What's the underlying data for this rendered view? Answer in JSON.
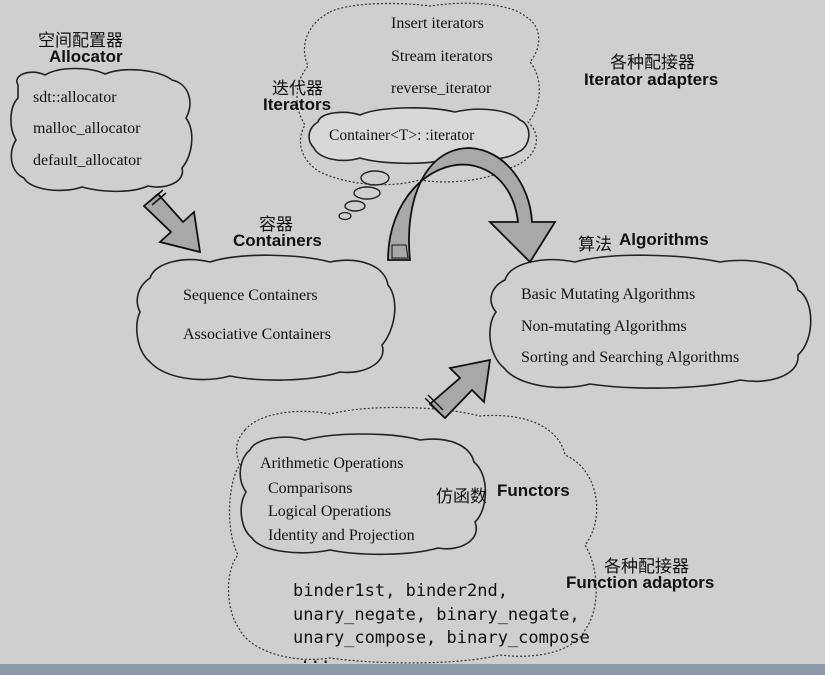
{
  "allocator": {
    "title_cn": "空间配置器",
    "title_en": "Allocator",
    "items": [
      "sdt::allocator",
      "malloc_allocator",
      "default_allocator"
    ]
  },
  "iterators": {
    "title_cn": "迭代器",
    "title_en": "Iterators",
    "items": [
      "Insert iterators",
      "Stream iterators",
      "reverse_iterator"
    ],
    "core": "Container<T>: :iterator"
  },
  "iterator_adapters": {
    "title_cn": "各种配接器",
    "title_en": "Iterator adapters"
  },
  "containers": {
    "title_cn": "容器",
    "title_en": "Containers",
    "items": [
      "Sequence Containers",
      "Associative Containers"
    ]
  },
  "algorithms": {
    "title_cn": "算法",
    "title_en": "Algorithms",
    "items": [
      "Basic Mutating Algorithms",
      "Non-mutating Algorithms",
      "Sorting and Searching Algorithms"
    ]
  },
  "functors": {
    "title_cn": "仿函数",
    "title_en": "Functors",
    "items": [
      "Arithmetic Operations",
      "Comparisons",
      "Logical Operations",
      "Identity and Projection"
    ]
  },
  "function_adaptors": {
    "title_cn": "各种配接器",
    "title_en": "Function adaptors",
    "lines": [
      "binder1st, binder2nd,",
      "unary_negate, binary_negate,",
      "unary_compose, binary_compose",
      "..."
    ]
  },
  "colors": {
    "background": "#cfcfcf",
    "ink": "#111111",
    "arrow_fill": "#a8a8a8",
    "strip": "#8d9aa8"
  }
}
